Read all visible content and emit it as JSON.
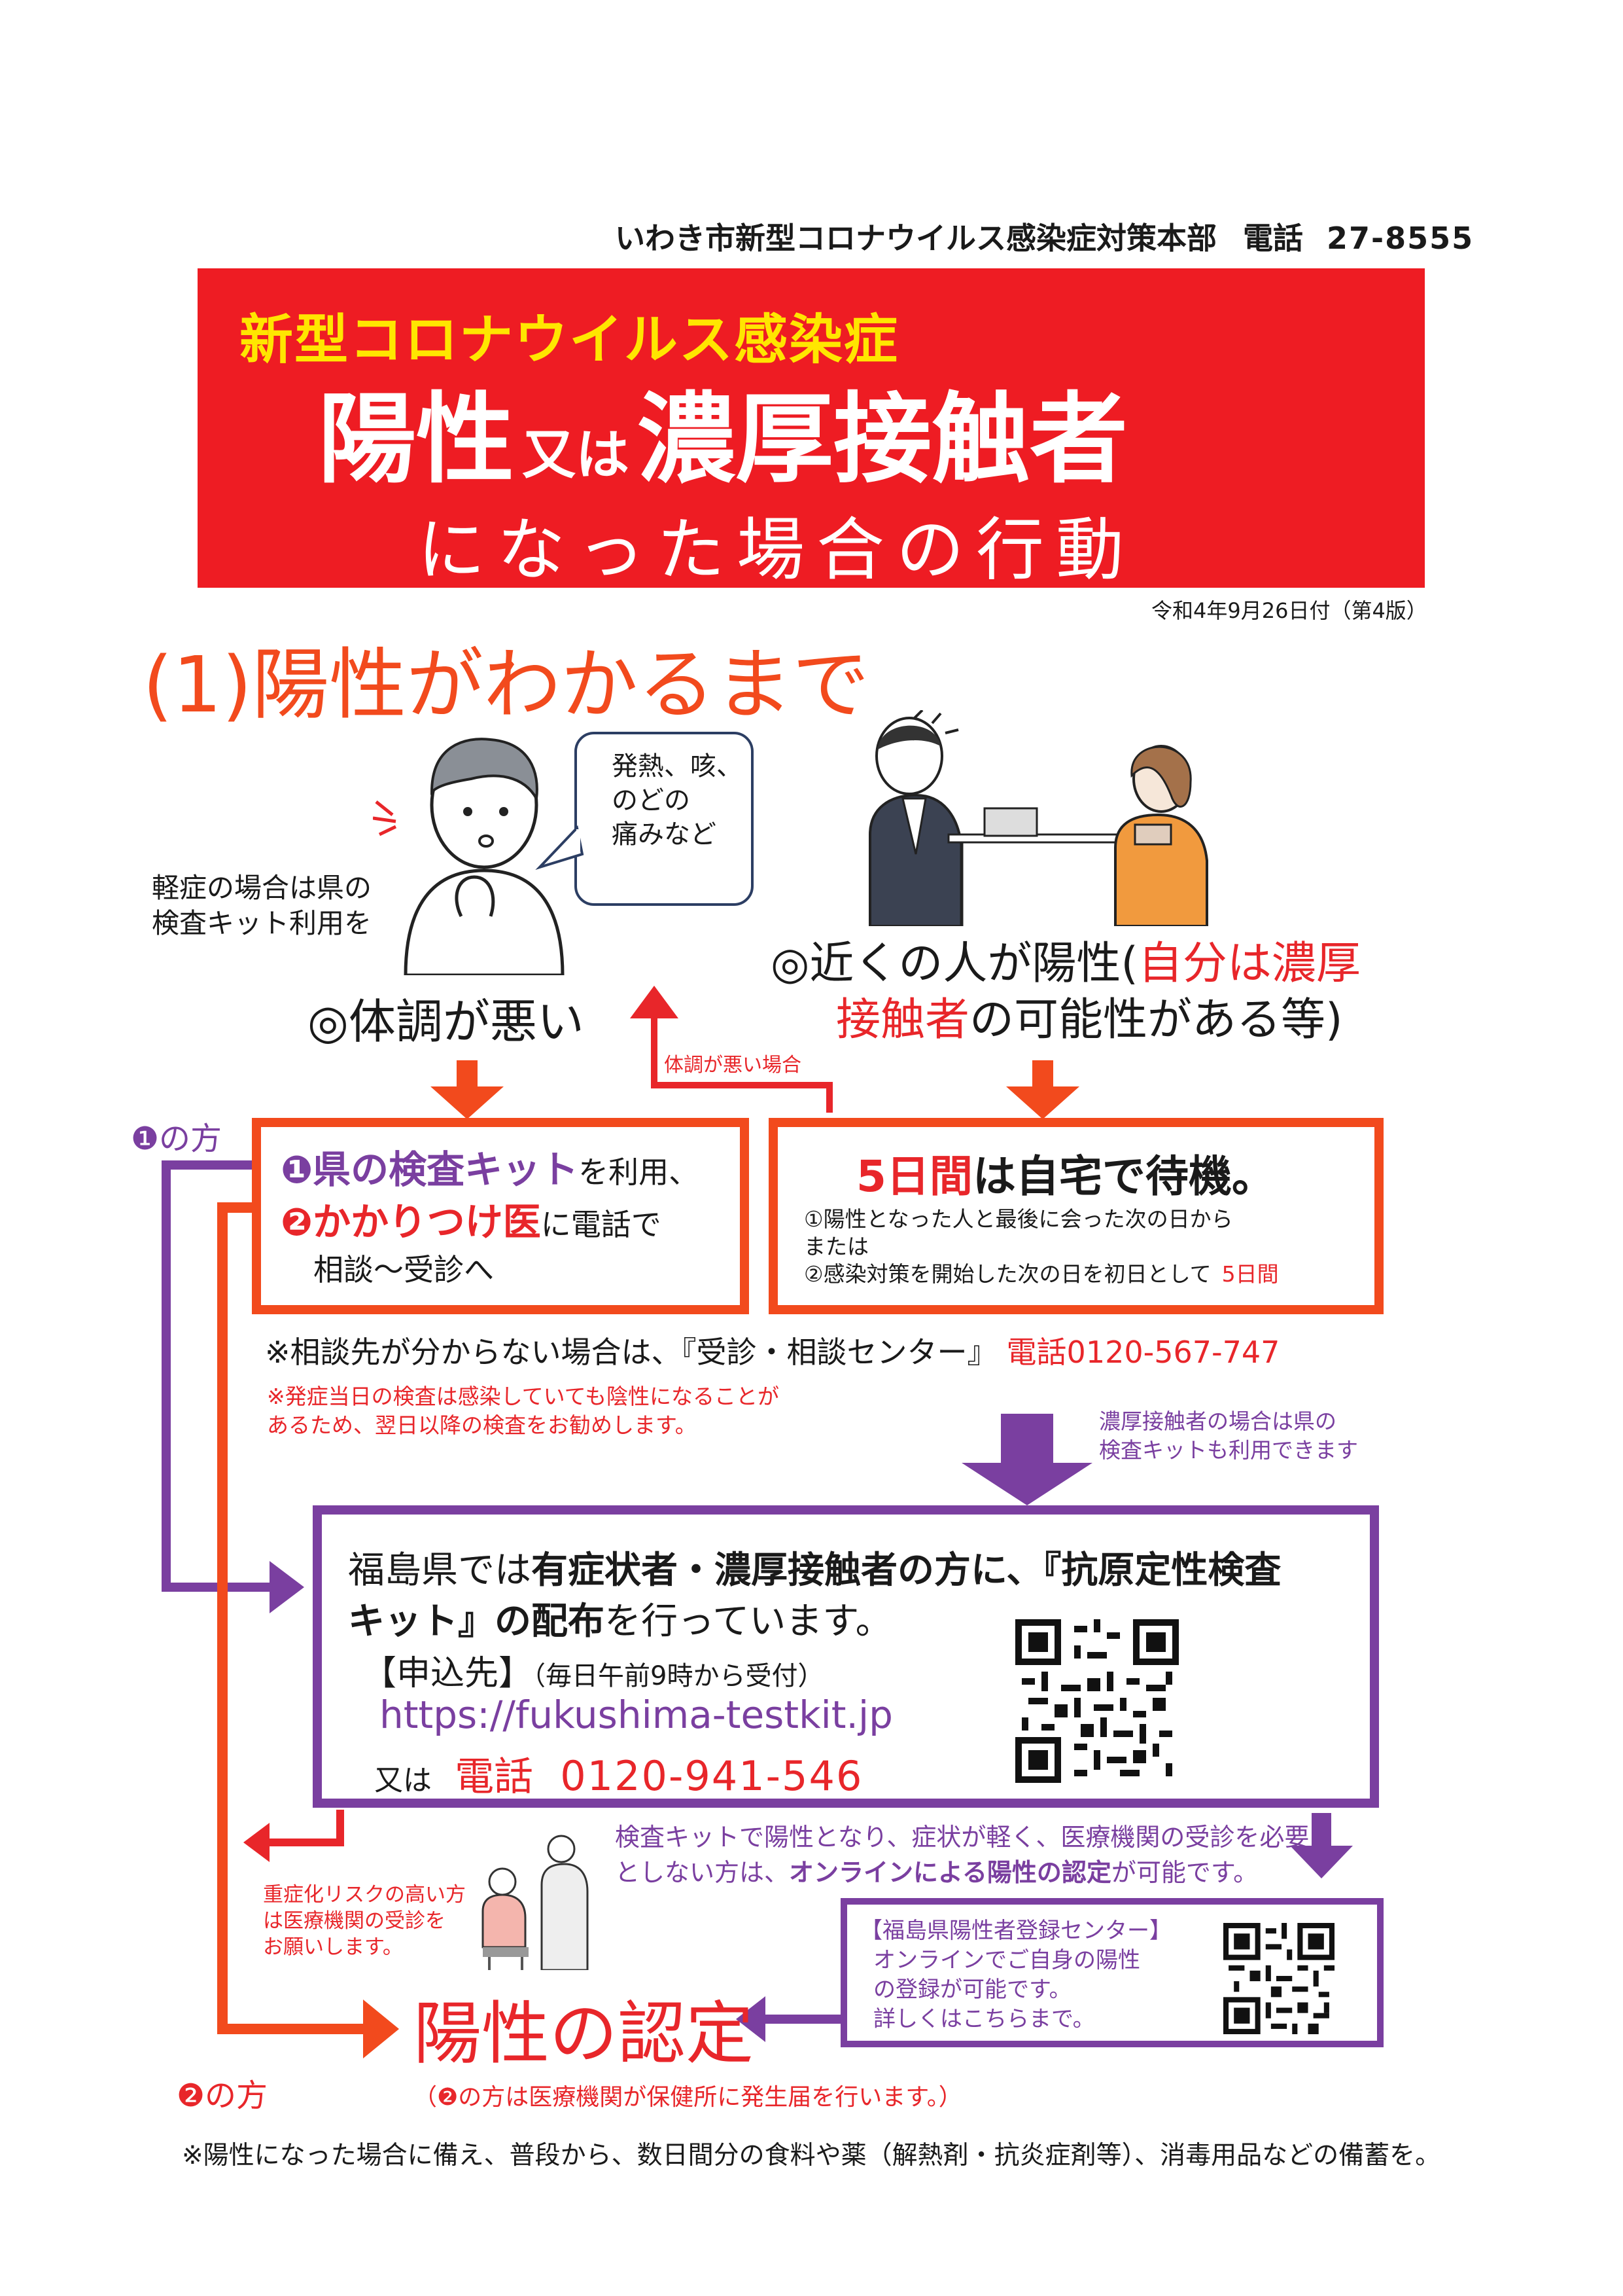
{
  "header": {
    "org": "いわき市新型コロナウイルス感染症対策本部",
    "tel_label": "電話",
    "tel": "27-8555"
  },
  "banner": {
    "line1": "新型コロナウイルス感染症",
    "positive": "陽性",
    "or_small": "又は",
    "contact": "濃厚接触者",
    "line3": "になった場合の行動"
  },
  "edition": "令和4年9月26日付（第4版）",
  "section_title": "(1)陽性がわかるまで",
  "left": {
    "speech": [
      "発熱、咳、",
      "のどの",
      "痛みなど"
    ],
    "mild": [
      "軽症の場合は県の",
      "検査キット利用を"
    ],
    "condition": "◎体調が悪い"
  },
  "right": {
    "cond_pre": "◎近くの人が陽性(",
    "cond_red1": "自分は濃厚",
    "cond_red2": "接触者",
    "cond_post": "の可能性がある等)"
  },
  "connector_label": "体調が悪い場合",
  "labels": {
    "path1": "❶の方",
    "path2": "❷の方"
  },
  "box_left": {
    "n1": "❶",
    "kit": "県の検査キット",
    "kit_tail": "を利用、",
    "n2": "❷",
    "doctor": "かかりつけ医",
    "doctor_tail": "に電話で",
    "line3": "相談～受診へ"
  },
  "box_right": {
    "days": "5日間",
    "title_tail": "は自宅で待機。",
    "line1": "①陽性となった人と最後に会った次の日から",
    "line2": "または",
    "line3": "②感染対策を開始した次の日を初日として",
    "line3_red": "5日間"
  },
  "consult_note": {
    "text": "※相談先が分からない場合は、『受診・相談センター』",
    "tel": "電話0120-567-747"
  },
  "test_note": [
    "※発症当日の検査は感染していても陰性になることが",
    "あるため、翌日以降の検査をお勧めします。"
  ],
  "contact_kit_note": [
    "濃厚接触者の場合は県の",
    "検査キットも利用できます"
  ],
  "kit_box": {
    "l1_pre": "福島県では",
    "l1_bold": "有症状者・濃厚接触者の方に、『抗原定性検査",
    "l2_bold": "キット』の配布",
    "l2_tail": "を行っています。",
    "apply": "【申込先】",
    "apply_hours": "（毎日午前9時から受付）",
    "url": "https://fukushima-testkit.jp",
    "or": "又は",
    "tel_label": "電話",
    "tel": "0120-941-546"
  },
  "online_note": {
    "line1": "検査キットで陽性となり、症状が軽く、医療機関の受診を必要",
    "line2_pre": "としない方は、",
    "line2_bold": "オンラインによる陽性の認定",
    "line2_post": "が可能です。"
  },
  "risk_note": [
    "重症化リスクの高い方",
    "は医療機関の受診を",
    "お願いします。"
  ],
  "center_box": {
    "title": "【福島県陽性者登録センター】",
    "l1": "オンラインでご自身の陽性",
    "l2": "の登録が可能です。",
    "l3": "詳しくはこちらまで。"
  },
  "certification": "陽性の認定",
  "cert_note": {
    "open": "（",
    "num": "❷",
    "text": "の方は医療機関が保健所に発生届を行います。）"
  },
  "footer": "※陽性になった場合に備え、普段から、数日間分の食料や薬（解熱剤・抗炎症剤等）、消毒用品などの備蓄を。",
  "colors": {
    "red": "#e8262a",
    "orange_red": "#f24a1d",
    "purple": "#7a3fa0",
    "yellow": "#ffe600"
  }
}
